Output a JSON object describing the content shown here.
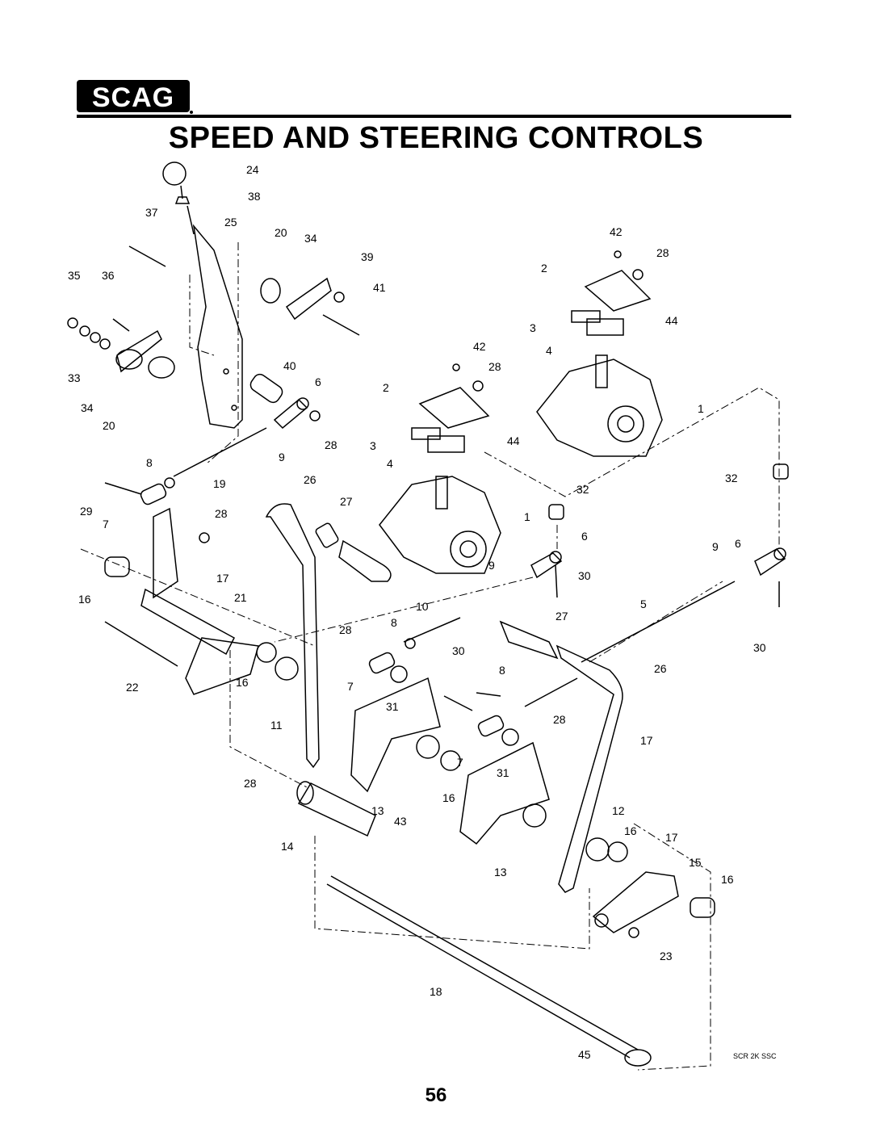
{
  "brand": {
    "logo_text": "SCAG"
  },
  "title": "SPEED AND STEERING CONTROLS",
  "drawing_code": "SCR 2K SSC",
  "page_number": "56",
  "callouts": [
    "24",
    "38",
    "37",
    "25",
    "20",
    "34",
    "39",
    "41",
    "35",
    "36",
    "33",
    "34",
    "20",
    "40",
    "6",
    "28",
    "9",
    "8",
    "19",
    "29",
    "7",
    "28",
    "16",
    "17",
    "21",
    "22",
    "16",
    "11",
    "28",
    "14",
    "26",
    "27",
    "42",
    "28",
    "2",
    "3",
    "44",
    "4",
    "1",
    "42",
    "28",
    "2",
    "3",
    "44",
    "4",
    "1",
    "32",
    "6",
    "9",
    "30",
    "32",
    "9",
    "6",
    "5",
    "30",
    "10",
    "8",
    "28",
    "27",
    "7",
    "31",
    "30",
    "8",
    "26",
    "28",
    "17",
    "7",
    "31",
    "13",
    "43",
    "16",
    "12",
    "16",
    "17",
    "15",
    "16",
    "13",
    "23",
    "18",
    "45"
  ]
}
